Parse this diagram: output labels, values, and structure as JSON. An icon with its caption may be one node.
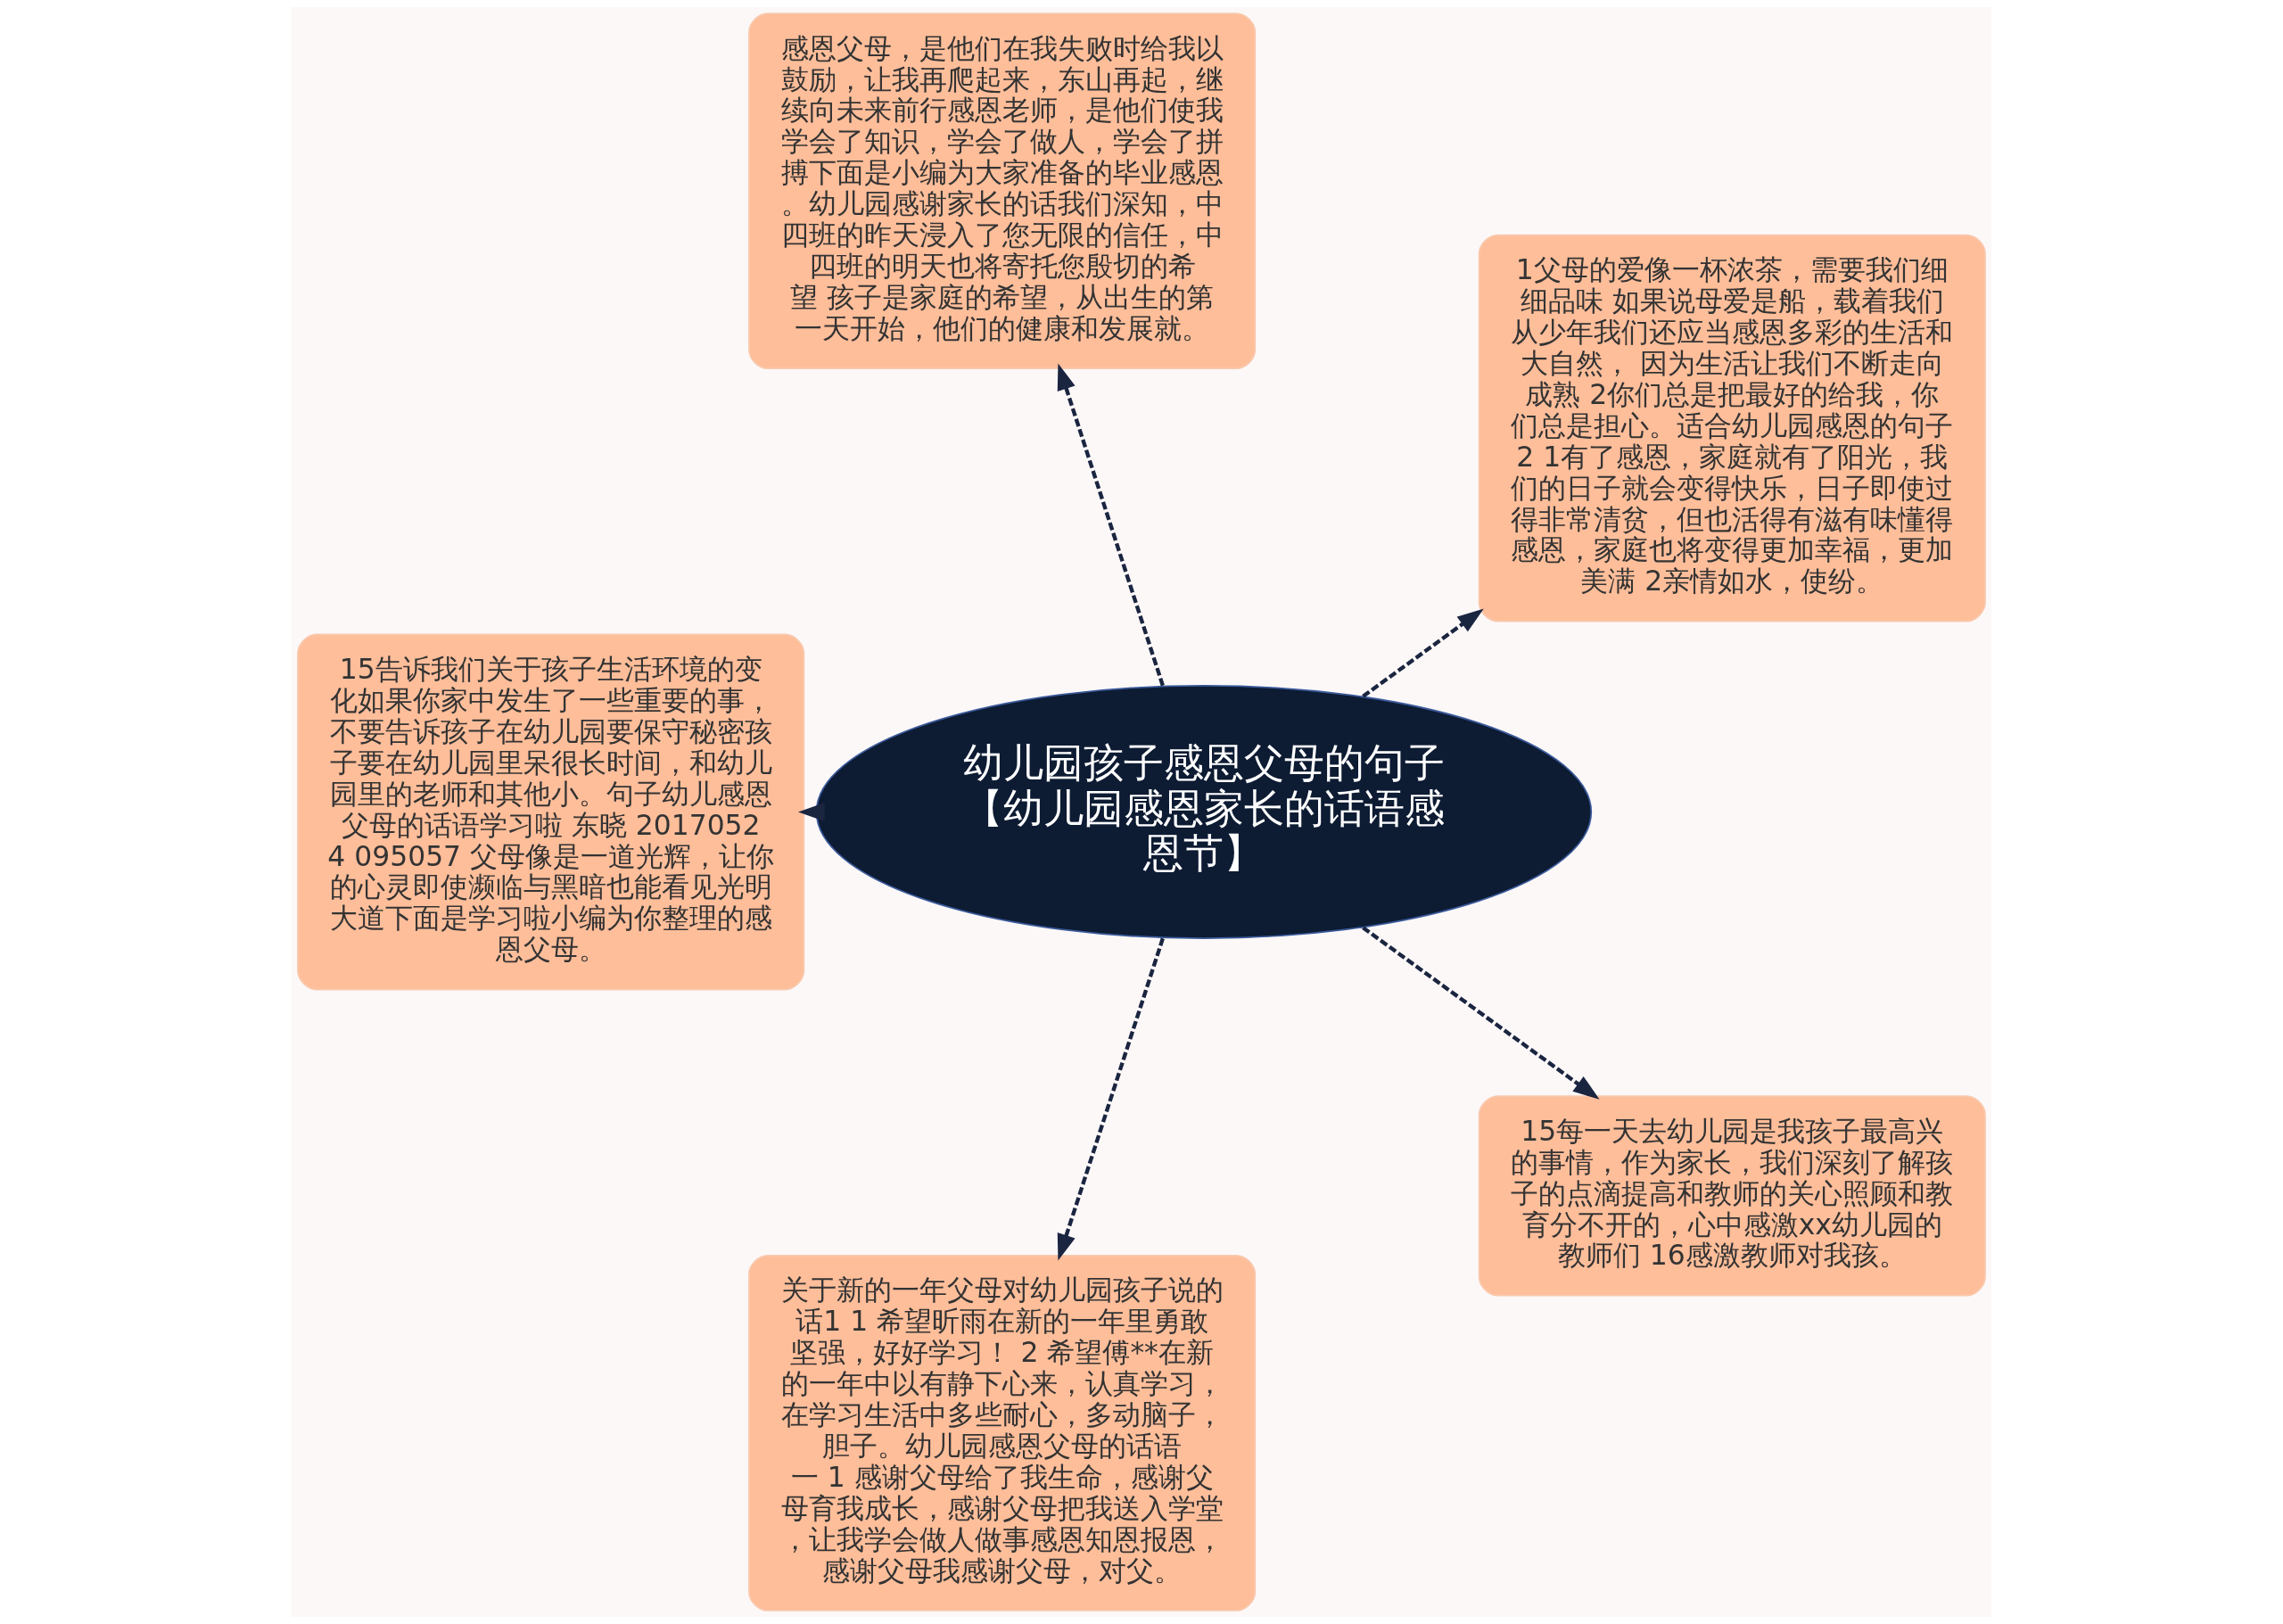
{
  "diagram": {
    "nodes": [
      {
        "text": [
          "幼儿园孩子感恩父母的句子【幼儿园感恩家长的话语感恩节】"
        ]
      },
      {
        "text": [
          "1父母的爱像一杯浓茶，需要我们细细品味 如果说母爱是船，载着我们从少年我们还应当感恩多彩的生活和大自然， 因为生活让我们不断走向成熟 2你们总是把最好的给我，你们总是担心。适合幼儿园感恩的句子2 1有了感恩，家庭就有了阳光，我们的日子就会变得快乐，日子即使过得非常清贫，但也活得有滋有味懂得感恩，家庭也将变得更加幸福，更加美满 2亲情如水，使纷。"
        ]
      },
      {
        "text": [
          "感恩父母，是他们在我失败时给我以鼓励，让我再爬起来，东山再起，继续向未来前行感恩老师，是他们使我学会了知识，学会了做人，学会了拼搏下面是小编为大家准备的毕业感恩。幼儿园感谢家长的话我们深知，中四班的昨天浸入了您无限的信任，中四班的明天也将寄托您殷切的希望 孩子是家庭的希望，从出生的第一天开始，他们的健康和发展就。"
        ]
      },
      {
        "text": [
          "15告诉我们关于孩子生活环境的变化如果你家中发生了一些重要的事，不要告诉孩子在幼儿园要保守秘密孩子要在幼儿园里呆很长时间，和幼儿园里的老师和其他小。句子幼儿感恩父母的话语学习啦 东晓 20170524 095057 父母像是一道光辉，让你的心灵即使濒临与黑暗也能看见光明大道下面是学习啦小编为你整理的感恩父母。"
        ]
      },
      {
        "text": [
          "关于新的一年父母对幼儿园孩子说的话1 1 希望昕雨在新的一年里勇敢坚强，好好学习！ 2 希望傅**在新的一年中以有静下心来，认真学习，在学习生活中多些耐心，多动脑子，胆子。幼儿园感恩父母的话语一 1 感谢父母给了我生命，感谢父母育我成长，感谢父母把我送入学堂，让我学会做人做事感恩知恩报恩，感谢父母我感谢父母，对父。"
        ]
      },
      {
        "text": [
          "15每一天去幼儿园是我孩子最高兴的事情，作为家长，我们深刻了解孩子的点滴提高和教师的关心照顾和教育分不开的，心中感激xx幼儿园的教师们 16感激教师对我孩。"
        ]
      }
    ],
    "edges": [
      {
        "from": 0,
        "to": 1,
        "arrow": "to",
        "style": "dashed"
      },
      {
        "from": 0,
        "to": 2,
        "arrow": "to",
        "style": "dashed"
      },
      {
        "from": 0,
        "to": 3,
        "arrow": "to",
        "style": "dashed"
      },
      {
        "from": 0,
        "to": 4,
        "arrow": "to",
        "style": "dashed"
      },
      {
        "from": 0,
        "to": 5,
        "arrow": "to",
        "style": "dashed"
      }
    ]
  }
}
